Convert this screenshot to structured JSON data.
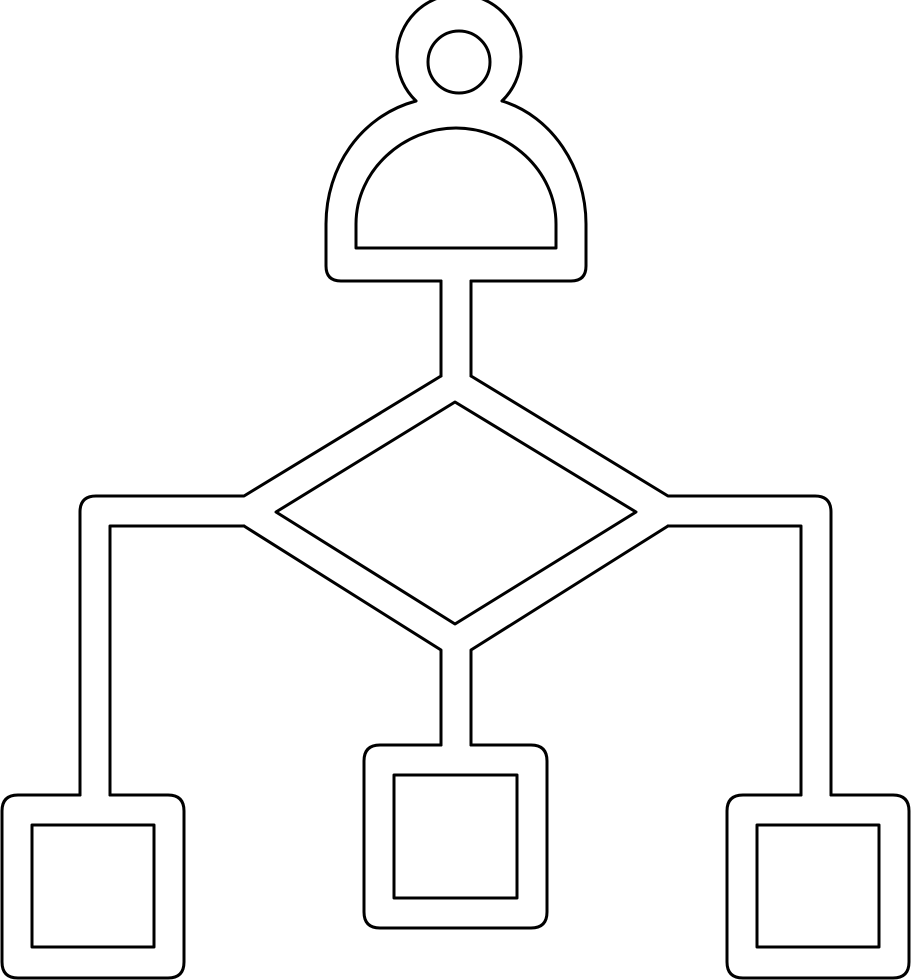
{
  "icon": {
    "name": "flowchart-icon",
    "style": "outline",
    "colors": {
      "stroke": "#000000",
      "background": "#ffffff"
    },
    "parts": [
      "user-head",
      "user-body",
      "decision-diamond",
      "process-box-left",
      "process-box-center",
      "process-box-right"
    ]
  }
}
